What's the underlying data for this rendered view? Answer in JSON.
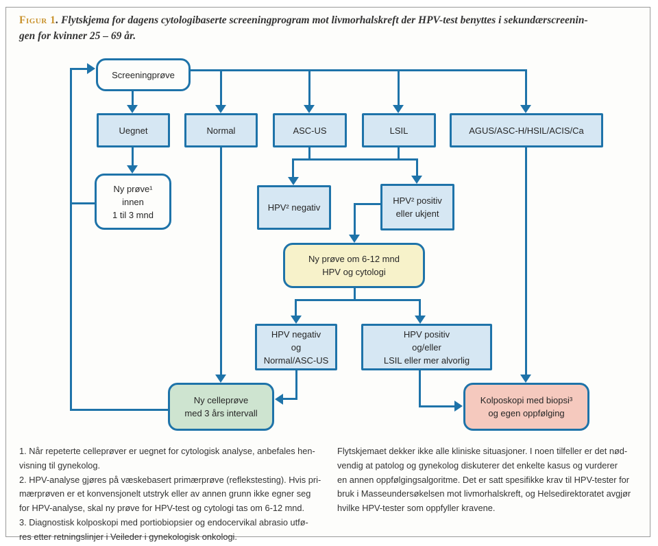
{
  "figure": {
    "label": "Figur 1",
    "caption": ". Flytskjema for dagens cytologibaserte screeningprogram mot livmorhalskreft der HPV-test benyttes i sekundærscreenin-\ngen for kvinner 25 – 69 år."
  },
  "nodes": {
    "screening": "Screeningprøve",
    "uegnet": "Uegnet",
    "normal": "Normal",
    "asc_us": "ASC-US",
    "lsil": "LSIL",
    "agus": "AGUS/ASC-H/HSIL/ACIS/Ca",
    "ny_prove_1_3": "Ny prøve¹\ninnen\n1 til 3 mnd",
    "hpv_negativ": "HPV² negativ",
    "hpv_positiv": "HPV² positiv\neller ukjent",
    "ny_prove_6_12": "Ny prøve om 6-12 mnd\nHPV og cytologi",
    "hpv_neg_normal": "HPV negativ\nog\nNormal/ASC-US",
    "hpv_pos_lsil": "HPV positiv\nog/eller\nLSIL eller mer alvorlig",
    "ny_celleprove": "Ny celleprøve\nmed 3 års intervall",
    "kolposkopi": "Kolposkopi med biopsi³\nog egen oppfølging"
  },
  "footnotes": {
    "left": "1. Når repeterte celleprøver er uegnet for cytologisk analyse, anbefales hen-\nvisning til gynekolog.\n2. HPV-analyse gjøres på væskebasert primærprøve (reflekstesting). Hvis pri-\nmærprøven er et konvensjonelt utstryk eller av annen grunn ikke egner seg\nfor HPV-analyse, skal ny prøve for HPV-test og cytologi tas om 6-12 mnd.\n3. Diagnostisk kolposkopi med portiobiopsier og endocervikal abrasio utfø-\nres etter retningslinjer i Veileder i gynekologisk onkologi.",
    "right": "Flytskjemaet dekker ikke alle kliniske situasjoner. I noen tilfeller er det nød-\nvendig at patolog og gynekolog diskuterer det enkelte kasus og vurderer\nen annen oppfølgingsalgoritme. Det er satt spesifikke krav til HPV-tester for\nbruk i Masseundersøkelsen mot livmorhalskreft, og Helsedirektoratet avgjør\nhvilke HPV-tester som oppfyller kravene."
  },
  "colors": {
    "line_blue": "#1e73a9",
    "fill_blue": "#d6e7f3",
    "fill_white": "#fdfdfb",
    "fill_yellow": "#f7f2ca",
    "fill_green": "#cee4d0",
    "fill_pink": "#f5c9be",
    "figure_label_gold": "#c9932e",
    "frame_border": "#9a9a9a"
  }
}
